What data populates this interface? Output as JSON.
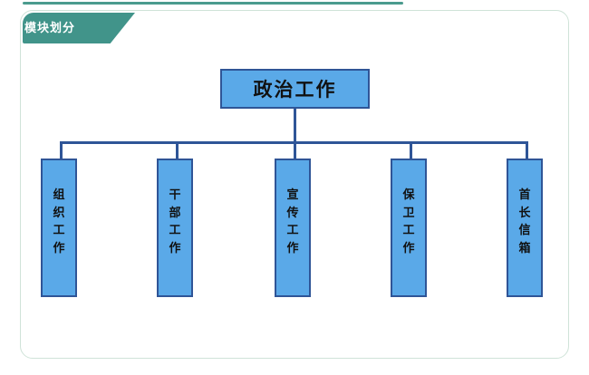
{
  "panel": {
    "tab_label": "模块划分",
    "tab_color": "#41948a",
    "border_color": "#cfe3d8",
    "background": "#ffffff"
  },
  "diagram": {
    "type": "org-tree",
    "node_fill": "#5aa9e8",
    "node_border": "#2f5597",
    "connector_color": "#2f5597",
    "root": {
      "label": "政治工作",
      "orientation": "horizontal"
    },
    "children": [
      {
        "label": "组织工作",
        "orientation": "vertical"
      },
      {
        "label": "干部工作",
        "orientation": "vertical"
      },
      {
        "label": "宣传工作",
        "orientation": "vertical"
      },
      {
        "label": "保卫工作",
        "orientation": "vertical"
      },
      {
        "label": "首长信箱",
        "orientation": "vertical"
      }
    ]
  }
}
